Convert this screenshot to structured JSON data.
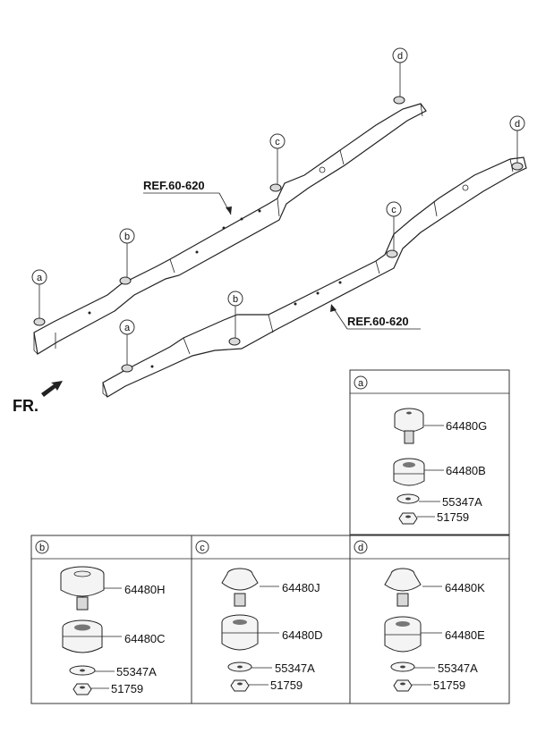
{
  "direction_label": "FR.",
  "frames": [
    {
      "ref": "REF.60-620",
      "callouts": [
        "a",
        "b",
        "c",
        "d"
      ]
    },
    {
      "ref": "REF.60-620",
      "callouts": [
        "a",
        "b",
        "c",
        "d"
      ]
    }
  ],
  "groups": [
    {
      "letter": "a",
      "parts": [
        "64480G",
        "64480B",
        "55347A",
        "51759"
      ]
    },
    {
      "letter": "b",
      "parts": [
        "64480H",
        "64480C",
        "55347A",
        "51759"
      ]
    },
    {
      "letter": "c",
      "parts": [
        "64480J",
        "64480D",
        "55347A",
        "51759"
      ]
    },
    {
      "letter": "d",
      "parts": [
        "64480K",
        "64480E",
        "55347A",
        "51759"
      ]
    }
  ]
}
